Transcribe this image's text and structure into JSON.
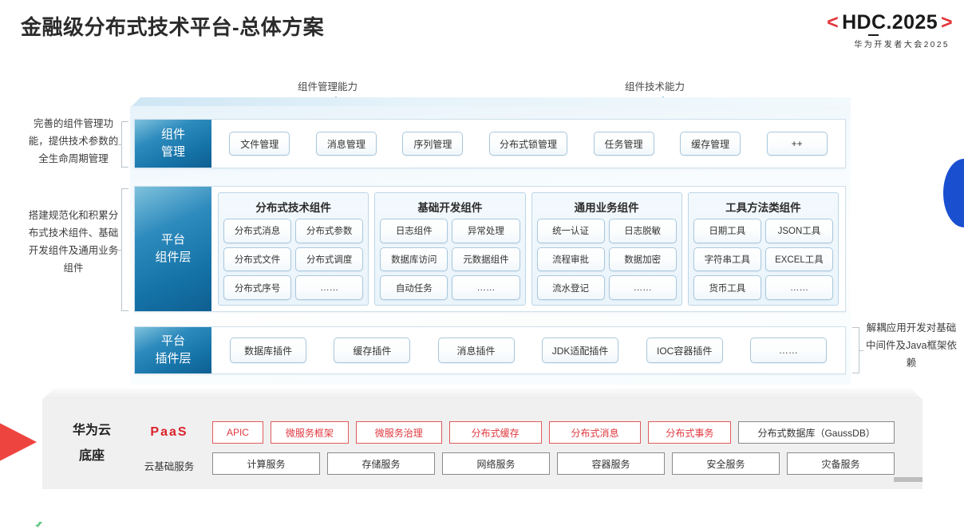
{
  "header": {
    "title": "金融级分布式技术平台-总体方案",
    "logo": {
      "bracket_left": "<",
      "bracket_right": ">",
      "main_a": "HDC",
      "main_b": ".2025",
      "subtitle": "华为开发者大会2025",
      "accent_color": "#e2353a"
    }
  },
  "arrows": [
    {
      "label": "组件管理能力"
    },
    {
      "label": "组件技术能力"
    }
  ],
  "left_notes": [
    "完善的组件管理功能，提供技术参数的全生命周期管理",
    "搭建规范化和积累分布式技术组件、基础开发组件及通用业务组件"
  ],
  "right_notes": [
    "解耦应用开发对基础中间件及Java框架依赖"
  ],
  "component_management": {
    "label_line1": "组件",
    "label_line2": "管理",
    "items": [
      "文件管理",
      "消息管理",
      "序列管理",
      "分布式锁管理",
      "任务管理",
      "缓存管理",
      "++"
    ]
  },
  "platform_component_layer": {
    "label_line1": "平台",
    "label_line2": "组件层",
    "groups": [
      {
        "title": "分布式技术组件",
        "items": [
          "分布式消息",
          "分布式参数",
          "分布式文件",
          "分布式调度",
          "分布式序号",
          "……"
        ]
      },
      {
        "title": "基础开发组件",
        "items": [
          "日志组件",
          "异常处理",
          "数据库访问",
          "元数据组件",
          "自动任务",
          "……"
        ]
      },
      {
        "title": "通用业务组件",
        "items": [
          "统一认证",
          "日志脱敏",
          "流程审批",
          "数据加密",
          "流水登记",
          "……"
        ]
      },
      {
        "title": "工具方法类组件",
        "items": [
          "日期工具",
          "JSON工具",
          "字符串工具",
          "EXCEL工具",
          "货币工具",
          "……"
        ]
      }
    ]
  },
  "platform_plugin_layer": {
    "label_line1": "平台",
    "label_line2": "插件层",
    "items": [
      "数据库插件",
      "缓存插件",
      "消息插件",
      "JDK适配插件",
      "IOC容器插件",
      "……"
    ]
  },
  "huawei_cloud_base": {
    "title_line1": "华为云",
    "title_line2": "底座",
    "paas_label": "PaaS",
    "cloud_label": "云基础服务",
    "paas_items": [
      {
        "label": "APIC",
        "style": "red",
        "width": 64
      },
      {
        "label": "微服务框架",
        "style": "red",
        "width": 98
      },
      {
        "label": "微服务治理",
        "style": "red",
        "width": 108
      },
      {
        "label": "分布式缓存",
        "style": "red",
        "width": 116
      },
      {
        "label": "分布式消息",
        "style": "red",
        "width": 116
      },
      {
        "label": "分布式事务",
        "style": "red",
        "width": 104
      },
      {
        "label": "分布式数据库（GaussDB）",
        "style": "plain",
        "width": 196
      }
    ],
    "cloud_items": [
      "计算服务",
      "存储服务",
      "网络服务",
      "容器服务",
      "安全服务",
      "灾备服务"
    ]
  },
  "colors": {
    "brand_red": "#d9232b",
    "layer_blue_dark": "#0f5f91",
    "layer_blue_light": "#7fc2dd",
    "arrow_blue": "#2a7fae",
    "decor_blue": "#1a4fd0",
    "decor_red": "#ee4440"
  }
}
